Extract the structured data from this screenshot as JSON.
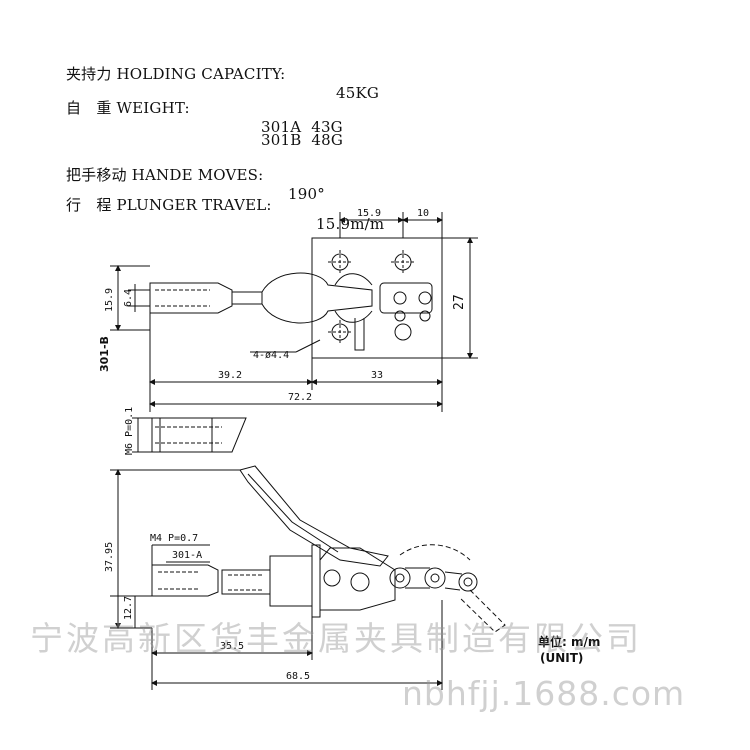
{
  "specs": {
    "capacity": {
      "label": "夹持力 HOLDING CAPACITY:",
      "value": "45KG"
    },
    "weight": {
      "label": "自　重 WEIGHT:",
      "value_a": "301A  43G",
      "value_b": "301B  48G"
    },
    "moves": {
      "label": "把手移动 HANDE MOVES:",
      "value": "190°"
    },
    "travel": {
      "label": "行　程 PLUNGER TRAVEL:",
      "value": "15.9m/m"
    }
  },
  "dimensions": {
    "d15_9_top": "15.9",
    "d10_top": "10",
    "d27": "27",
    "d15_9_left": "15.9",
    "d6_4": "6.4",
    "holes": "4-ø4.4",
    "d39_2": "39.2",
    "d33": "33",
    "d72_2": "72.2",
    "thread_b": "M6 P=0.1",
    "d37_95": "37.95",
    "thread_a": "M4 P=0.7",
    "d12_7": "12.7",
    "d35_5": "35.5",
    "d68_5": "68.5"
  },
  "models": {
    "b": "301-B",
    "a": "301-A"
  },
  "unit": {
    "cn": "单位: m/m",
    "en": "(UNIT)"
  },
  "watermark": {
    "cn": "宁波高新区货丰金属夹具制造有限公司",
    "en": "nbhfjj.1688.com"
  }
}
